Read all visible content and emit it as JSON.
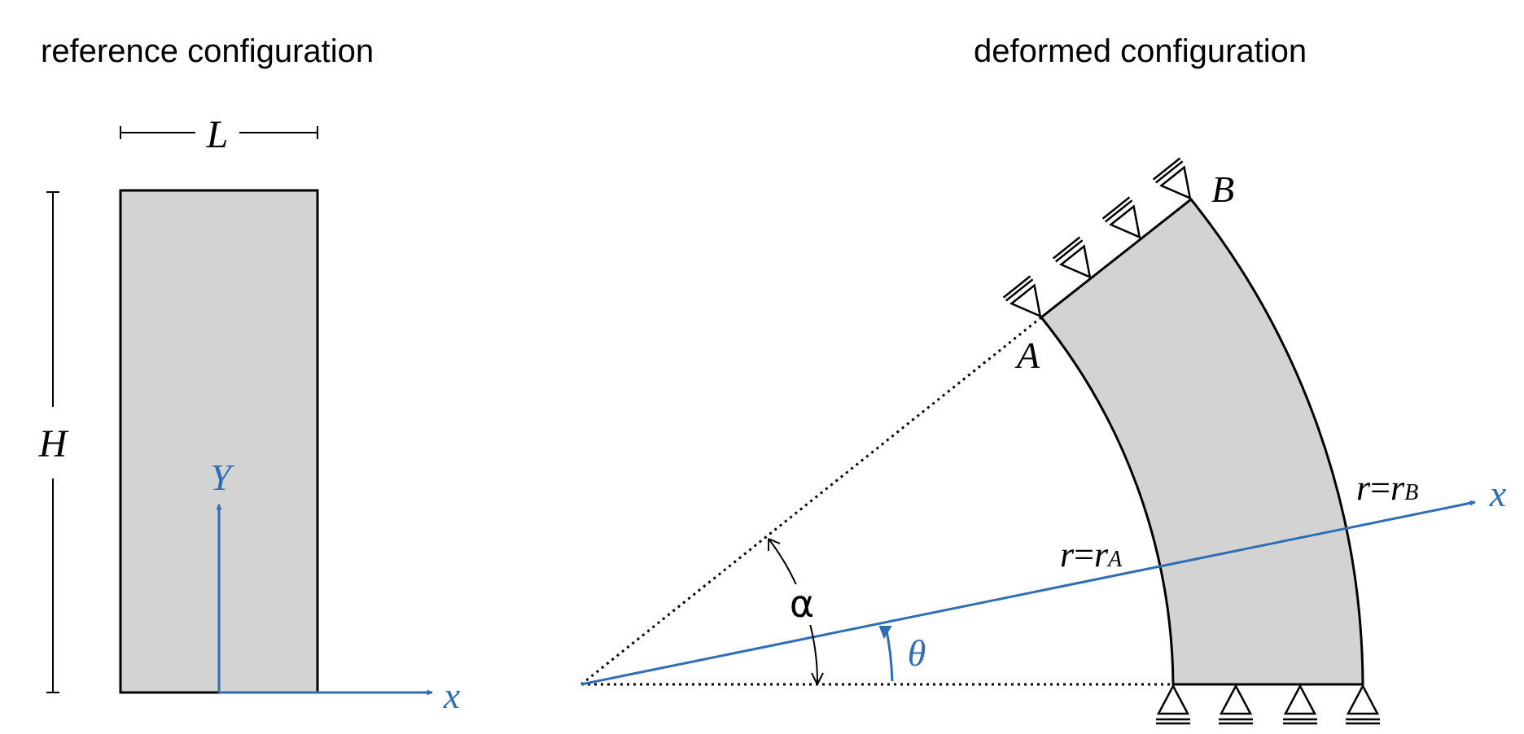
{
  "reference": {
    "title": "reference configuration",
    "width_label": "L",
    "height_label": "H",
    "y_axis_label": "Y",
    "x_axis_label": "x"
  },
  "deformed": {
    "title": "deformed configuration",
    "point_a": "A",
    "point_b": "B",
    "inner_radius_label": {
      "r": "r",
      "eq": "=",
      "rsub": "r",
      "sub": "A"
    },
    "outer_radius_label": {
      "r": "r",
      "eq": "=",
      "rsub": "r",
      "sub": "B"
    },
    "x_axis_label": "x",
    "alpha_label": "α",
    "theta_label": "θ"
  },
  "colors": {
    "axis_blue": "#2f6db5",
    "body_fill": "#d3d3d3",
    "outline": "#000000"
  }
}
